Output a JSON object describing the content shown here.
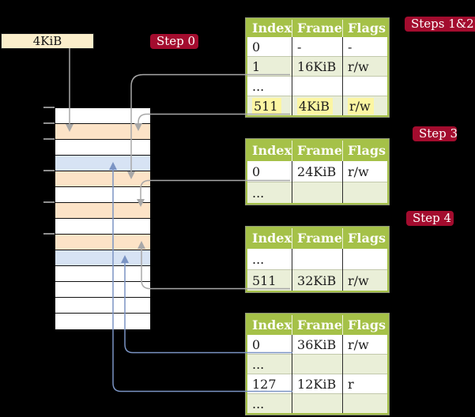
{
  "colors": {
    "background": "#000000",
    "table-header-green": "#a5c148",
    "table-row-green": "#eaefd8",
    "highlight-yellow": "#fcf6a2",
    "frame-peach": "#fce3c7",
    "page-blue": "#d7e3f4",
    "label-red": "#a30c2e",
    "box-cream": "#fbeecb",
    "line-gray": "#a8a8a8",
    "line-blue": "#7b94c4"
  },
  "cr3_box": {
    "label": "4KiB"
  },
  "step_labels": {
    "step0": "Step 0",
    "steps12": "Steps 1&2",
    "step3": "Step 3",
    "step4": "Step 4"
  },
  "memory": {
    "row_kinds": [
      "plain",
      "frame",
      "plain",
      "page",
      "frame",
      "plain",
      "frame",
      "plain",
      "frame",
      "page",
      "plain",
      "plain",
      "plain",
      "plain"
    ]
  },
  "tables": [
    {
      "columns": [
        "Index",
        "Frame",
        "Flags"
      ],
      "rows": [
        [
          "0",
          "-",
          "-"
        ],
        [
          "1",
          "16KiB",
          "r/w"
        ],
        [
          "...",
          "",
          ""
        ],
        [
          "511",
          "4KiB",
          "r/w"
        ]
      ]
    },
    {
      "columns": [
        "Index",
        "Frame",
        "Flags"
      ],
      "rows": [
        [
          "0",
          "24KiB",
          "r/w"
        ],
        [
          "...",
          "",
          ""
        ]
      ]
    },
    {
      "columns": [
        "Index",
        "Frame",
        "Flags"
      ],
      "rows": [
        [
          "...",
          "",
          ""
        ],
        [
          "511",
          "32KiB",
          "r/w"
        ]
      ]
    },
    {
      "columns": [
        "Index",
        "Frame",
        "Flags"
      ],
      "rows": [
        [
          "0",
          "36KiB",
          "r/w"
        ],
        [
          "...",
          "",
          ""
        ],
        [
          "127",
          "12KiB",
          "r"
        ],
        [
          "...",
          "",
          ""
        ]
      ]
    }
  ]
}
